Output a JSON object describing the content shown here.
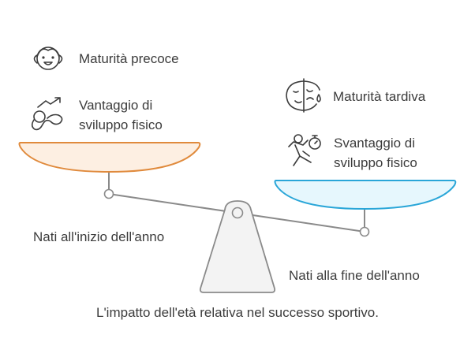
{
  "left": {
    "title": "Maturità precoce",
    "trait_line1": "Vantaggio di",
    "trait_line2": "sviluppo fisico",
    "base_label": "Nati all'inizio dell'anno",
    "title_icon": "happy-child-face-icon",
    "trait_icon": "growing-baby-trend-icon",
    "pan_fill": "#fdefe2",
    "pan_stroke": "#e08a3c"
  },
  "right": {
    "title": "Maturità tardiva",
    "trait_line1": "Svantaggio di",
    "trait_line2": "sviluppo fisico",
    "base_label": "Nati alla fine dell'anno",
    "title_icon": "half-sad-face-icon",
    "trait_icon": "runner-stopwatch-icon",
    "pan_fill": "#e6f7fd",
    "pan_stroke": "#2aa6d8"
  },
  "caption": "L'impatto dell'età relativa nel successo sportivo."
}
